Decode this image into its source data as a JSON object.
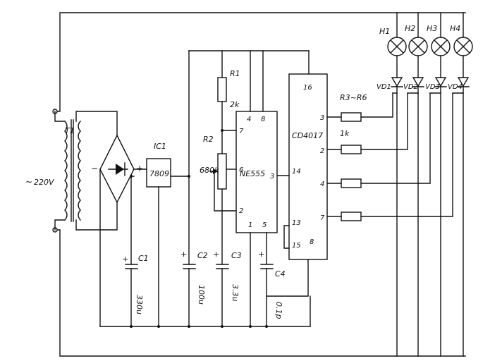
{
  "supply": {
    "symbol": "~",
    "voltage": "220V"
  },
  "transformer": {
    "label": "T1"
  },
  "regulator": {
    "ref": "IC1",
    "part": "7809"
  },
  "timer": {
    "part": "NE555",
    "pins": {
      "p4": "4",
      "p8": "8",
      "p7": "7",
      "p6": "6",
      "p3": "3",
      "p2": "2",
      "p1": "1",
      "p5": "5"
    }
  },
  "counter": {
    "part": "CD4017",
    "pins": {
      "p16": "16",
      "p14": "14",
      "p13": "13",
      "p15": "15",
      "p8": "8",
      "p3": "3",
      "p2": "2",
      "p4": "4",
      "p7": "7"
    }
  },
  "resistors": {
    "r1": "R1",
    "r1_value": "2k",
    "r2": "R2",
    "r2_value": "680k",
    "r3_r6": "R3~R6",
    "r_value": "1k"
  },
  "capacitors": [
    {
      "ref": "C1",
      "value": "330u"
    },
    {
      "ref": "C2",
      "value": "100u"
    },
    {
      "ref": "C3",
      "value": "3.3u"
    },
    {
      "ref": "C4",
      "value": "0.1p"
    }
  ],
  "lamps": [
    "H1",
    "H2",
    "H3",
    "H4"
  ],
  "diodes": [
    "VD1",
    "VD2",
    "VD3",
    "VD4"
  ],
  "polarity": {
    "plus": "+",
    "minus": "−"
  }
}
